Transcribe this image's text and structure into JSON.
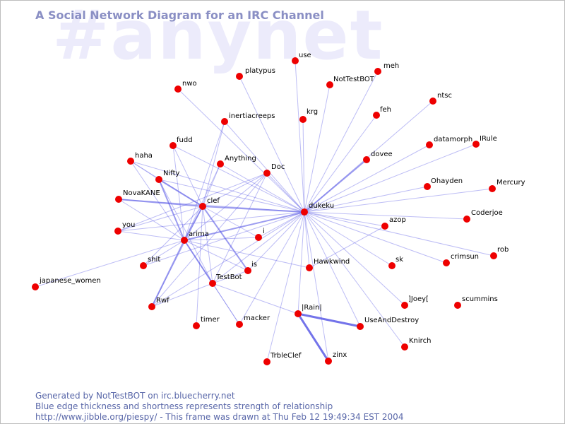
{
  "watermark": "#anynet",
  "title": "A Social Network Diagram for an IRC Channel",
  "footer": {
    "generated": "Generated by NotTestBOT on irc.bluecherry.net",
    "legend": "Blue edge thickness and shortness represents strength of relationship",
    "info": "http://www.jibble.org/piespy/ - This frame was drawn at Thu Feb 12 19:49:34 EST 2004"
  },
  "colors": {
    "node": "#ee0000",
    "edge": "#5a5ae6",
    "title": "#8a8fc4",
    "watermark": "#ecebfb",
    "footer": "#5866a8"
  },
  "nodes": [
    "dukeku",
    "clef",
    "arima",
    "use",
    "meh",
    "platypus",
    "NotTestBOT",
    "nwo",
    "feh",
    "ntsc",
    "krg",
    "inertiacreeps",
    "fudd",
    "datamorph",
    "IRule",
    "dovee",
    "haha",
    "Anything",
    "Doc",
    "Nifty",
    "Ohayden",
    "Mercury",
    "NovaKANE",
    "Coderjoe",
    "azop",
    "you",
    "i",
    "rob",
    "crimsun",
    "sk",
    "Hawkwind",
    "shit",
    "is",
    "japanese_women",
    "TestBot",
    "]Joey[",
    "scummins",
    "Rwf",
    "|Rain|",
    "macker",
    "timer",
    "UseAndDestroy",
    "Knirch",
    "TrbleClef",
    "zinx"
  ],
  "edges": [
    {
      "a": "dukeku",
      "b": "use",
      "w": 1
    },
    {
      "a": "dukeku",
      "b": "meh",
      "w": 1
    },
    {
      "a": "dukeku",
      "b": "platypus",
      "w": 1
    },
    {
      "a": "dukeku",
      "b": "NotTestBOT",
      "w": 1
    },
    {
      "a": "dukeku",
      "b": "nwo",
      "w": 1
    },
    {
      "a": "dukeku",
      "b": "feh",
      "w": 1
    },
    {
      "a": "dukeku",
      "b": "ntsc",
      "w": 1
    },
    {
      "a": "dukeku",
      "b": "krg",
      "w": 1
    },
    {
      "a": "dukeku",
      "b": "inertiacreeps",
      "w": 1
    },
    {
      "a": "dukeku",
      "b": "fudd",
      "w": 1
    },
    {
      "a": "dukeku",
      "b": "datamorph",
      "w": 1
    },
    {
      "a": "dukeku",
      "b": "IRule",
      "w": 1
    },
    {
      "a": "dukeku",
      "b": "dovee",
      "w": 2
    },
    {
      "a": "dukeku",
      "b": "haha",
      "w": 1
    },
    {
      "a": "dukeku",
      "b": "Anything",
      "w": 1
    },
    {
      "a": "dukeku",
      "b": "Doc",
      "w": 1
    },
    {
      "a": "dukeku",
      "b": "Nifty",
      "w": 1
    },
    {
      "a": "dukeku",
      "b": "Ohayden",
      "w": 1
    },
    {
      "a": "dukeku",
      "b": "Mercury",
      "w": 1
    },
    {
      "a": "dukeku",
      "b": "NovaKANE",
      "w": 1
    },
    {
      "a": "dukeku",
      "b": "clef",
      "w": 2
    },
    {
      "a": "dukeku",
      "b": "Coderjoe",
      "w": 1
    },
    {
      "a": "dukeku",
      "b": "azop",
      "w": 1
    },
    {
      "a": "dukeku",
      "b": "you",
      "w": 1
    },
    {
      "a": "dukeku",
      "b": "arima",
      "w": 2
    },
    {
      "a": "dukeku",
      "b": "i",
      "w": 1
    },
    {
      "a": "dukeku",
      "b": "rob",
      "w": 1
    },
    {
      "a": "dukeku",
      "b": "crimsun",
      "w": 1
    },
    {
      "a": "dukeku",
      "b": "sk",
      "w": 1
    },
    {
      "a": "dukeku",
      "b": "Hawkwind",
      "w": 1
    },
    {
      "a": "dukeku",
      "b": "shit",
      "w": 1
    },
    {
      "a": "dukeku",
      "b": "is",
      "w": 1
    },
    {
      "a": "dukeku",
      "b": "TestBot",
      "w": 1
    },
    {
      "a": "dukeku",
      "b": "]Joey[",
      "w": 1
    },
    {
      "a": "dukeku",
      "b": "Rwf",
      "w": 1
    },
    {
      "a": "dukeku",
      "b": "|Rain|",
      "w": 1
    },
    {
      "a": "dukeku",
      "b": "macker",
      "w": 1
    },
    {
      "a": "dukeku",
      "b": "UseAndDestroy",
      "w": 1
    },
    {
      "a": "dukeku",
      "b": "Knirch",
      "w": 1
    },
    {
      "a": "dukeku",
      "b": "TrbleClef",
      "w": 1
    },
    {
      "a": "dukeku",
      "b": "zinx",
      "w": 1
    },
    {
      "a": "clef",
      "b": "Nifty",
      "w": 2
    },
    {
      "a": "clef",
      "b": "haha",
      "w": 1
    },
    {
      "a": "clef",
      "b": "NovaKANE",
      "w": 2
    },
    {
      "a": "clef",
      "b": "you",
      "w": 1
    },
    {
      "a": "clef",
      "b": "arima",
      "w": 2
    },
    {
      "a": "clef",
      "b": "fudd",
      "w": 1
    },
    {
      "a": "clef",
      "b": "inertiacreeps",
      "w": 1
    },
    {
      "a": "clef",
      "b": "Anything",
      "w": 1
    },
    {
      "a": "clef",
      "b": "Doc",
      "w": 1
    },
    {
      "a": "clef",
      "b": "i",
      "w": 1
    },
    {
      "a": "clef",
      "b": "is",
      "w": 2
    },
    {
      "a": "clef",
      "b": "TestBot",
      "w": 1
    },
    {
      "a": "clef",
      "b": "shit",
      "w": 1
    },
    {
      "a": "clef",
      "b": "Rwf",
      "w": 1
    },
    {
      "a": "clef",
      "b": "timer",
      "w": 1
    },
    {
      "a": "arima",
      "b": "Nifty",
      "w": 2
    },
    {
      "a": "arima",
      "b": "haha",
      "w": 1
    },
    {
      "a": "arima",
      "b": "NovaKANE",
      "w": 1
    },
    {
      "a": "arima",
      "b": "you",
      "w": 1
    },
    {
      "a": "arima",
      "b": "shit",
      "w": 1
    },
    {
      "a": "arima",
      "b": "Rwf",
      "w": 2
    },
    {
      "a": "arima",
      "b": "TestBot",
      "w": 2
    },
    {
      "a": "arima",
      "b": "Hawkwind",
      "w": 1
    },
    {
      "a": "arima",
      "b": "is",
      "w": 1
    },
    {
      "a": "arima",
      "b": "i",
      "w": 1
    },
    {
      "a": "arima",
      "b": "Doc",
      "w": 1
    },
    {
      "a": "arima",
      "b": "fudd",
      "w": 1
    },
    {
      "a": "arima",
      "b": "japanese_women",
      "w": 1
    },
    {
      "a": "arima",
      "b": "macker",
      "w": 1
    },
    {
      "a": "arima",
      "b": "Anything",
      "w": 1
    },
    {
      "a": "arima",
      "b": "inertiacreeps",
      "w": 1
    },
    {
      "a": "Nifty",
      "b": "haha",
      "w": 1
    },
    {
      "a": "Nifty",
      "b": "TestBot",
      "w": 1
    },
    {
      "a": "TestBot",
      "b": "Rwf",
      "w": 1
    },
    {
      "a": "TestBot",
      "b": "macker",
      "w": 1
    },
    {
      "a": "TestBot",
      "b": "|Rain|",
      "w": 1
    },
    {
      "a": "TestBot",
      "b": "Doc",
      "w": 1
    },
    {
      "a": "TestBot",
      "b": "is",
      "w": 1
    },
    {
      "a": "|Rain|",
      "b": "UseAndDestroy",
      "w": 3
    },
    {
      "a": "|Rain|",
      "b": "zinx",
      "w": 3
    },
    {
      "a": "Hawkwind",
      "b": "azop",
      "w": 1
    },
    {
      "a": "Rwf",
      "b": "Doc",
      "w": 1
    },
    {
      "a": "you",
      "b": "Doc",
      "w": 1
    }
  ]
}
